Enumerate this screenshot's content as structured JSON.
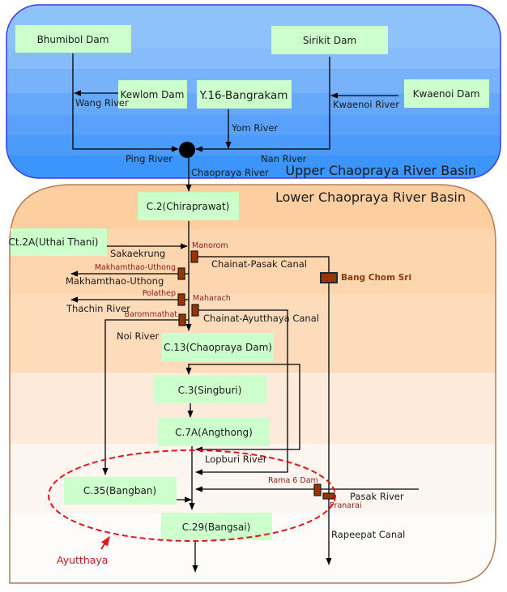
{
  "diagram": {
    "upper_basin": {
      "title": "Upper Chaopraya River Basin",
      "color_top": "#8ec2fb",
      "color_bottom": "#3b95fb",
      "border": "#3a3af0"
    },
    "lower_basin": {
      "title": "Lower Chaopraya River Basin",
      "bands": [
        "#fdcfa0",
        "#fddcbb",
        "#fdeadb",
        "#fdf5ef",
        "#fefcfb"
      ],
      "border": "#b87a55"
    },
    "stations": {
      "bhumibol": "Bhumibol Dam",
      "sirikit": "Sirikit Dam",
      "kewlom": "Kewlom Dam",
      "y16": "Y.16-Bangrakam",
      "kwaenoi": "Kwaenoi Dam",
      "c2": "C.2(Chiraprawat)",
      "ct2a": "Ct.2A(Uthai Thani)",
      "c13": "C.13(Chaopraya Dam)",
      "c3": "C.3(Singburi)",
      "c7a": "C.7A(Angthong)",
      "c35": "C.35(Bangban)",
      "c29": "C.29(Bangsai)"
    },
    "rivers": {
      "wang": "Wang River",
      "kwaenoi": "Kwaenoi River",
      "yom": "Yom River",
      "ping": "Ping River",
      "nan": "Nan River",
      "chaopraya": "Chaopraya River",
      "sakaekrung": "Sakaekrung",
      "chainat_pasak": "Chainat-Pasak Canal",
      "makhamthao": "Makhamthao-Uthong",
      "thachin": "Thachin River",
      "chainat_ayutthaya": "Chainat-Ayutthaya Canal",
      "noi": "Noi River",
      "lopburi": "Lopburi River",
      "pasak": "Pasak River",
      "rapeepat": "Rapeepat Canal"
    },
    "gates": {
      "manorom": "Manorom",
      "makhamthao": "Makhamthao-Uthong",
      "polathep": "Polathep",
      "maharach": "Maharach",
      "barommathat": "Barommathat",
      "bang_chom_sri": "Bang Chom Sri",
      "rama6": "Rama 6 Dam",
      "pranarai": "Pranarai"
    },
    "highlight": {
      "label": "Ayutthaya",
      "color": "#e0161a"
    }
  }
}
